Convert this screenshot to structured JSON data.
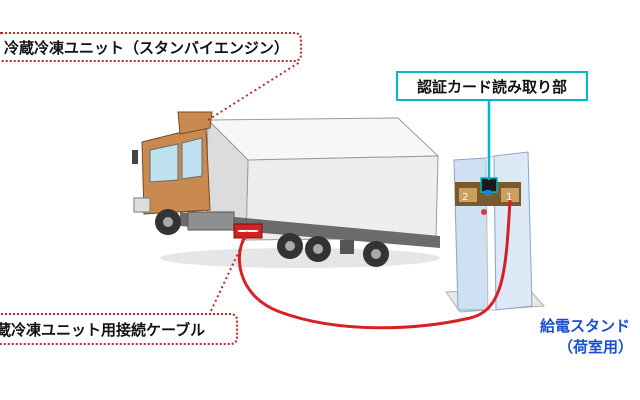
{
  "labels": {
    "refrigeration_unit": "冷蔵冷凍ユニット（スタンバイエンジン）",
    "connection_cable": "蔵冷凍ユニット用接続ケーブル",
    "card_reader": "認証カード読み取り部",
    "power_stand_line1": "給電スタンド",
    "power_stand_line2": "（荷室用）",
    "socket_left": "2",
    "socket_right": "1"
  },
  "colors": {
    "cable": "#d82020",
    "callout_border": "#c0282d",
    "card_reader_border": "#00b7cf",
    "stand_text": "#1a4fd0",
    "truck_cab": "#c98a52"
  }
}
